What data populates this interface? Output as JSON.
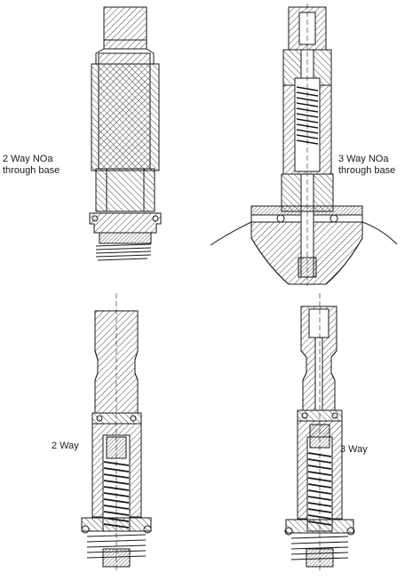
{
  "labels": {
    "two_way_noa_line1": "2 Way NOa",
    "two_way_noa_line2": "through base",
    "three_way_noa_line1": "3 Way NOa",
    "three_way_noa_line2": "through base",
    "two_way": "2 Way",
    "three_way": "3 Way"
  },
  "colors": {
    "line": "#1a1a1a",
    "background": "#ffffff"
  }
}
